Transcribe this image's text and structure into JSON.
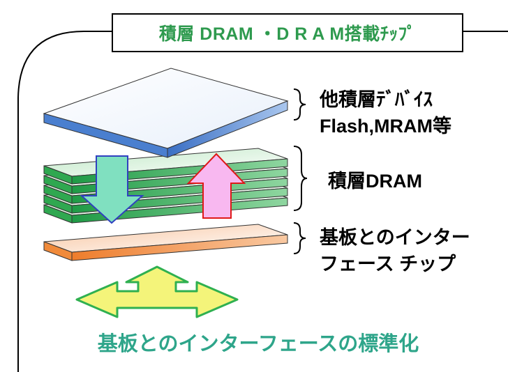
{
  "title": "積層 DRAM ・D R A M搭載ﾁｯﾌﾟ",
  "labels": {
    "other_devices": [
      "他積層ﾃﾞﾊﾞｲｽ",
      "Flash,MRAM等"
    ],
    "stacked_dram": "積層DRAM",
    "interface_chip": [
      "基板とのインター",
      "フェース チップ"
    ]
  },
  "footer": "基板とのインターフェースの標準化",
  "colors": {
    "title_text": "#2e9a4e",
    "footer_text": "#2ea58a",
    "top_layer": "#5a8fd6",
    "dram_layers": "#2fa850",
    "bottom_layer": "#f08a3a",
    "down_arrow": "#7fe0c0",
    "up_arrow": "#f7b8f0",
    "interface_arrow": "#f2f27a"
  },
  "icons": [
    "down-arrow-icon",
    "up-arrow-icon",
    "bidirectional-arrow-icon",
    "brace-icon"
  ]
}
